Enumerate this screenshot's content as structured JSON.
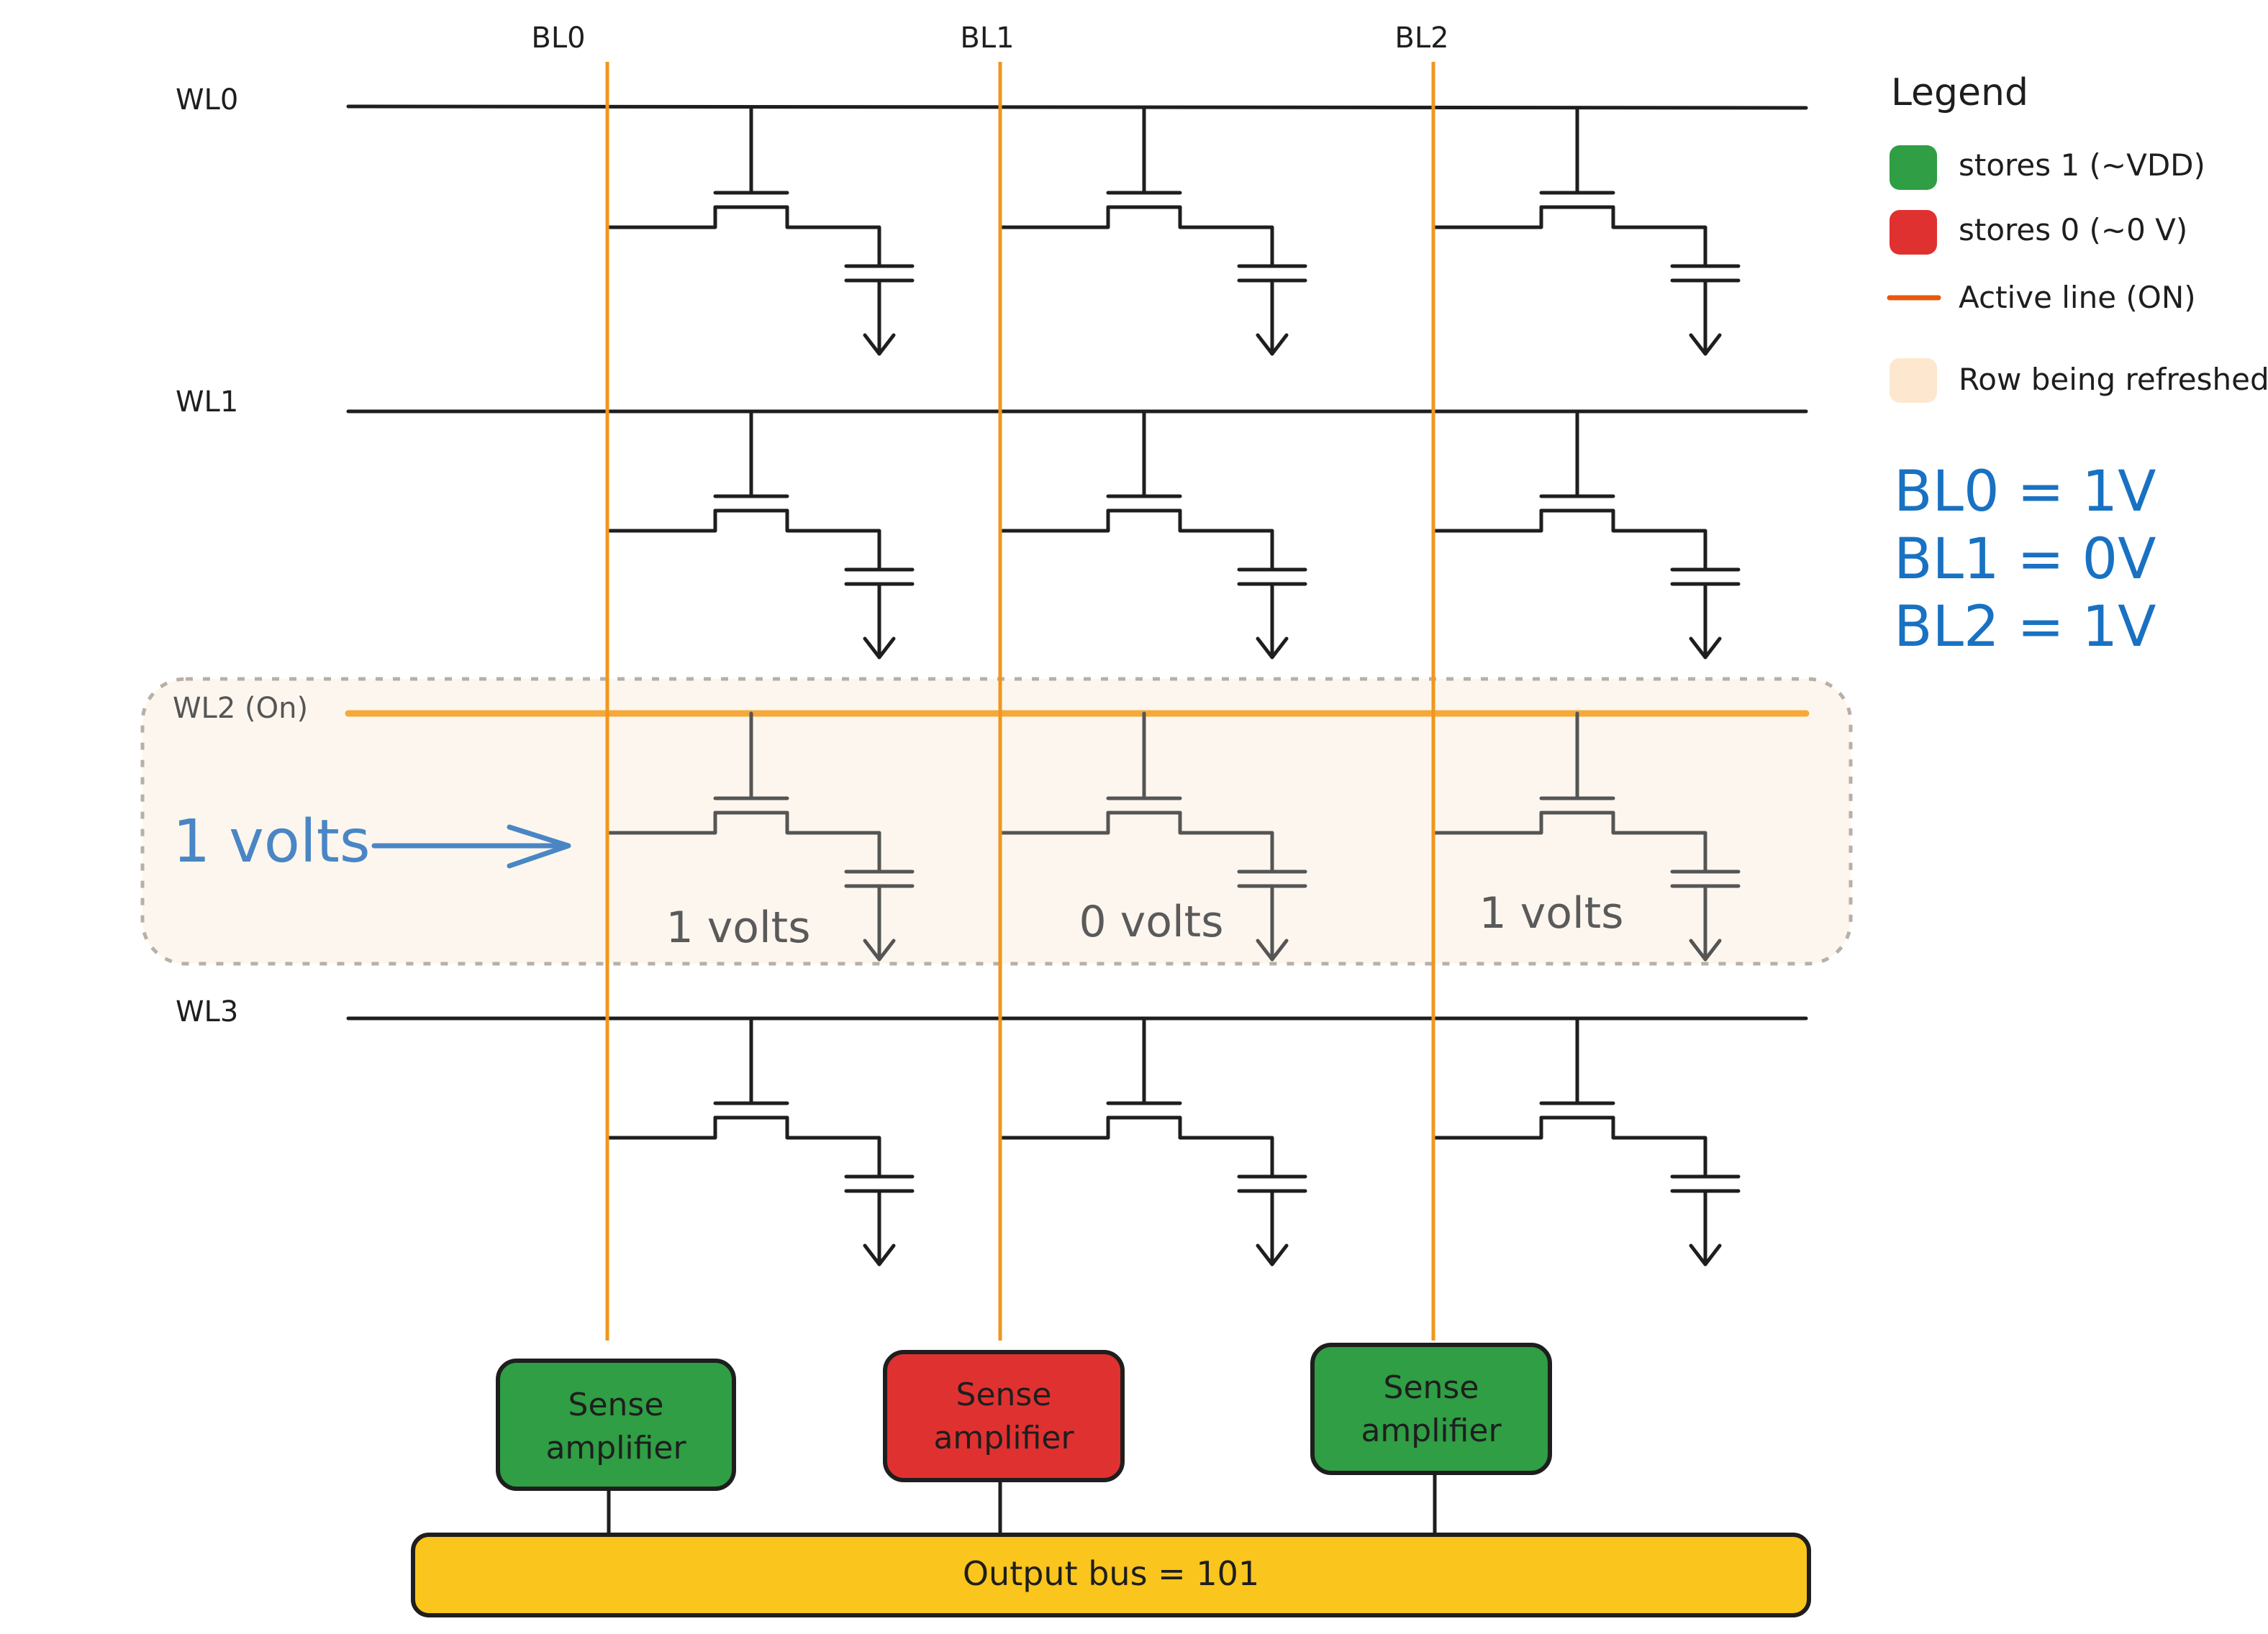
{
  "colors": {
    "bitline": "#f0961e",
    "active_wordline": "#f5a93a",
    "wire": "#1e1e1e",
    "wire_refreshing": "#555555",
    "store_one": "#2f9e44",
    "store_zero": "#e03131",
    "active_line": "#e8590c",
    "refresh_row": "#fde8cf",
    "refresh_fill": "#fdf6ee",
    "bus": "#fac51c",
    "status_text": "#1971c2",
    "input_arrow": "#4a86c5"
  },
  "bitlines": [
    {
      "label": "BL0"
    },
    {
      "label": "BL1"
    },
    {
      "label": "BL2"
    }
  ],
  "wordlines": [
    {
      "label": "WL0",
      "active": false
    },
    {
      "label": "WL1",
      "active": false
    },
    {
      "label": "WL2 (On)",
      "active": true
    },
    {
      "label": "WL3",
      "active": false
    }
  ],
  "refresh_row": {
    "input_label": "1 volts",
    "cell_voltages": [
      "1 volts",
      "0 volts",
      "1 volts"
    ]
  },
  "legend": {
    "title": "Legend",
    "items": [
      {
        "label": "stores 1 (~VDD)",
        "swatch": "store_one"
      },
      {
        "label": "stores 0 (~0 V)",
        "swatch": "store_zero"
      },
      {
        "label": "Active line (ON)",
        "swatch": "active_line"
      },
      {
        "label": "Row being refreshed",
        "swatch": "refresh_row"
      }
    ]
  },
  "status": {
    "lines": [
      "BL0 = 1V",
      "BL1 = 0V",
      "BL2 = 1V"
    ]
  },
  "sense_amplifiers": [
    {
      "line1": "Sense",
      "line2": "amplifier",
      "state": "store_one"
    },
    {
      "line1": "Sense",
      "line2": "amplifier",
      "state": "store_zero"
    },
    {
      "line1": "Sense",
      "line2": "amplifier",
      "state": "store_one"
    }
  ],
  "output_bus": {
    "label": "Output bus = 101"
  }
}
